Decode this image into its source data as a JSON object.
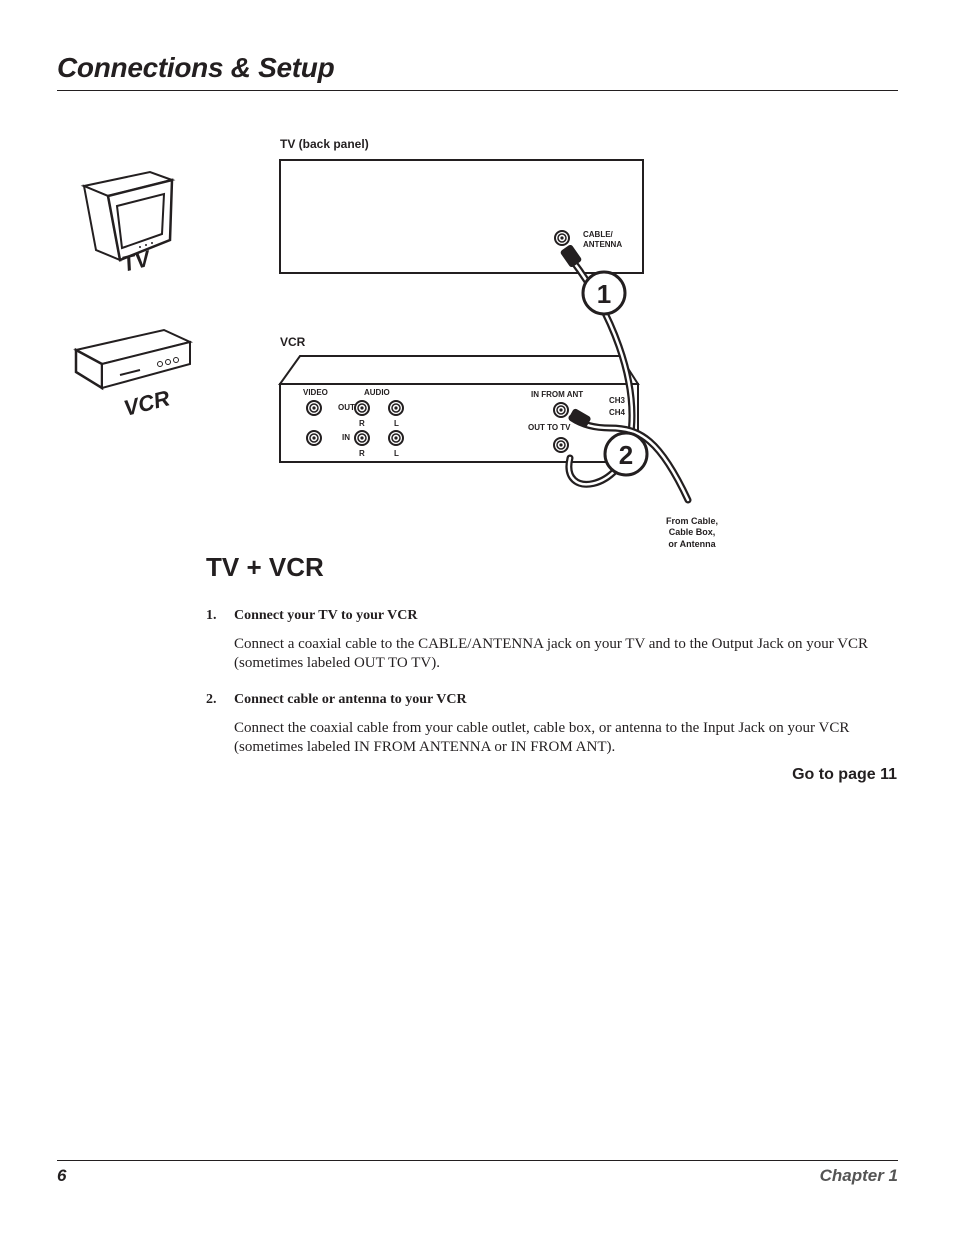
{
  "header": {
    "title": "Connections & Setup"
  },
  "diagram": {
    "tv_icon_label": "TV",
    "vcr_icon_label": "VCR",
    "tv_panel_label": "TV (back panel)",
    "tv_jack_label_line1": "CABLE/",
    "tv_jack_label_line2": "ANTENNA",
    "vcr_panel_label": "VCR",
    "vcr_video_label": "VIDEO",
    "vcr_audio_label": "AUDIO",
    "vcr_out_label": "OUT",
    "vcr_in_label": "IN",
    "vcr_r_label": "R",
    "vcr_l_label": "L",
    "vcr_in_from_ant_label": "IN FROM ANT",
    "vcr_out_to_tv_label": "OUT TO TV",
    "vcr_ch3_label": "CH3",
    "vcr_ch4_label": "CH4",
    "callout_1": "1",
    "callout_2": "2",
    "source_label_line1": "From Cable,",
    "source_label_line2": "Cable Box,",
    "source_label_line3": "or Antenna"
  },
  "section": {
    "title": "TV + VCR"
  },
  "steps": [
    {
      "number": "1.",
      "heading": "Connect your TV to your VCR",
      "body": "Connect a coaxial cable to the CABLE/ANTENNA jack on your TV and to the Output Jack on your VCR (sometimes labeled OUT TO TV)."
    },
    {
      "number": "2.",
      "heading": "Connect cable or antenna to your VCR",
      "body": "Connect the coaxial cable from your cable outlet, cable box, or antenna to the Input Jack on your VCR (sometimes labeled IN FROM ANTENNA or IN FROM ANT)."
    }
  ],
  "goto": {
    "label": "Go to page 11"
  },
  "footer": {
    "page_number": "6",
    "chapter": "Chapter 1"
  }
}
